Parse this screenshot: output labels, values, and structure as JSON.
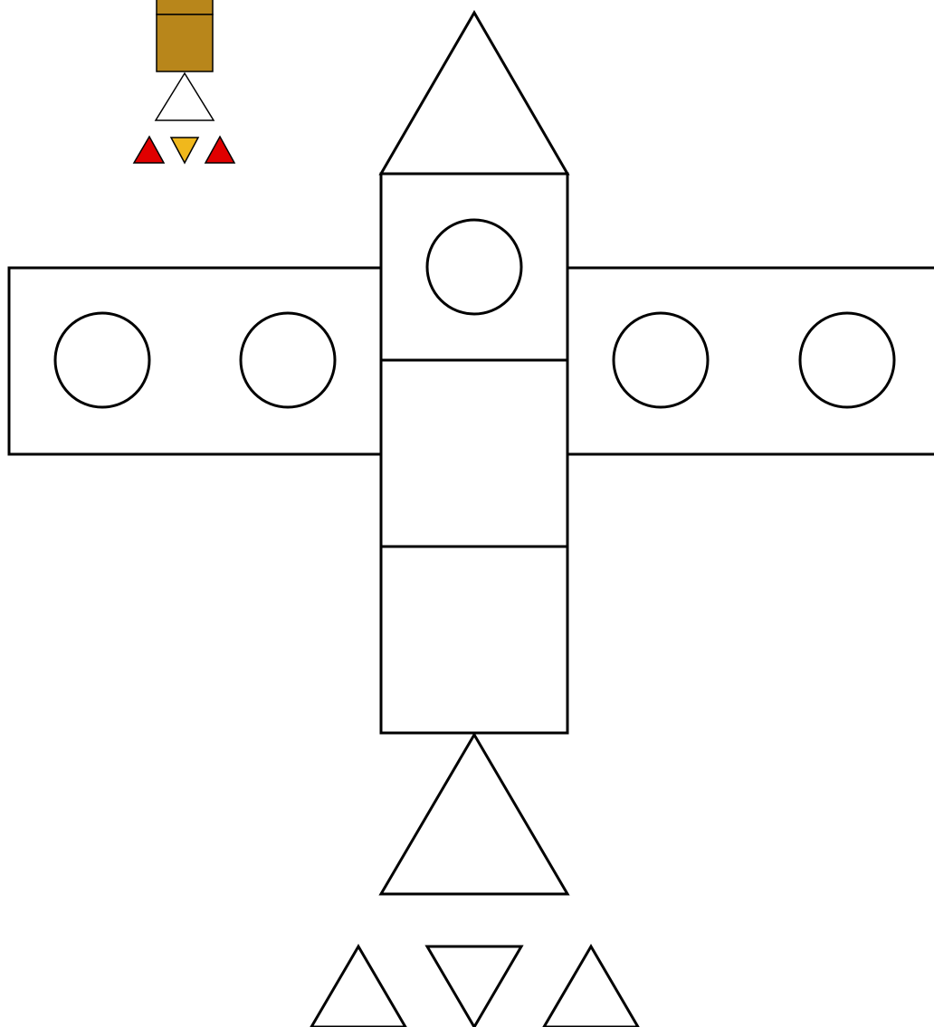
{
  "colors": {
    "background": "#ffffff",
    "outline": "#000000",
    "piece_fill": "#ffffff",
    "preview_body": "#b8861b",
    "preview_flame_red": "#e00000",
    "preview_flame_yellow": "#f0b81c"
  },
  "preview": {
    "body_blocks": 2,
    "nose_cone": "triangle",
    "flames": [
      "red",
      "yellow",
      "red"
    ]
  },
  "rocket": {
    "nose_cone": "triangle",
    "body_blocks": 3,
    "window_count_body": 1,
    "wings": [
      {
        "side": "left",
        "window_count": 2
      },
      {
        "side": "right",
        "window_count": 2
      }
    ],
    "engine": "triangle",
    "flames": [
      "up-triangle",
      "down-triangle",
      "up-triangle"
    ]
  }
}
